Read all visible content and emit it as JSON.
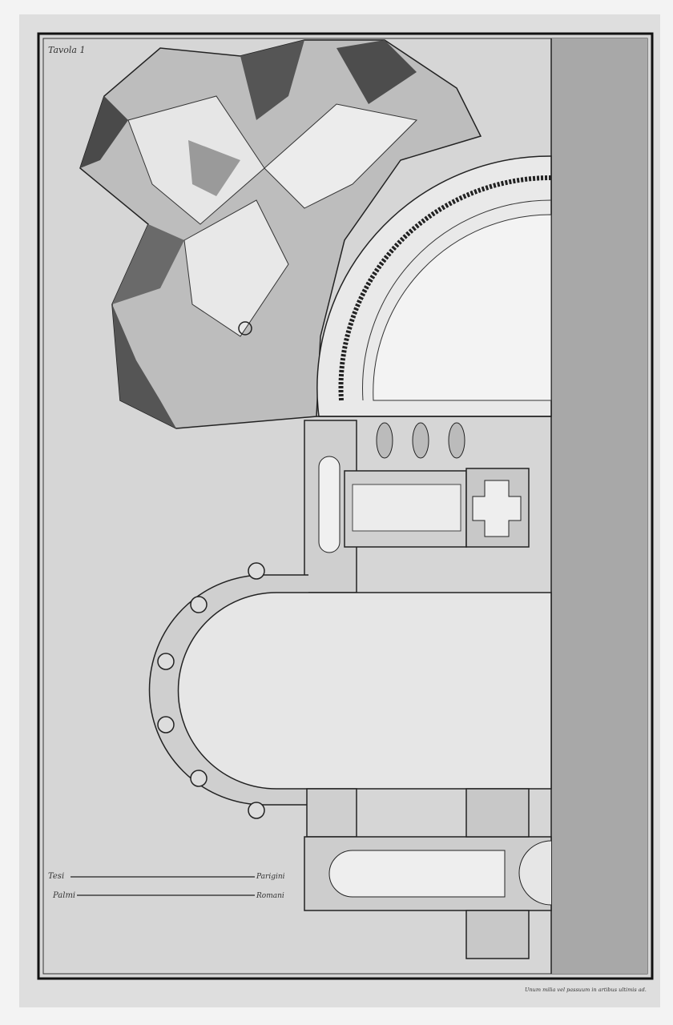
{
  "plate": {
    "title": "Tavola 1",
    "scale_bars": [
      {
        "left_label": "Tesi",
        "right_label": "Parigini"
      },
      {
        "left_label": "Palmi",
        "right_label": "Romani"
      }
    ],
    "caption": "Unum milia vel passuum in artibus ultimis ad."
  },
  "colors": {
    "paper": "#d9d9d9",
    "strip": "#a9a9a9",
    "ink": "#222222",
    "shadow": "#555555"
  }
}
